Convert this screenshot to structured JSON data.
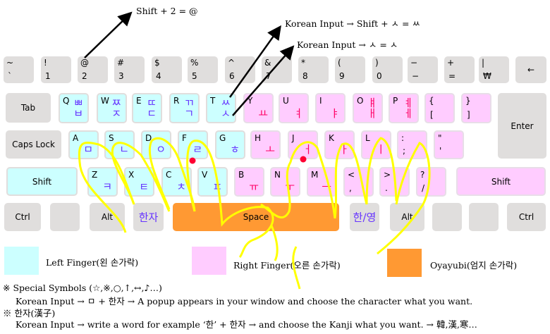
{
  "annotations": {
    "shift_2": "Shift + 2 = @",
    "shift_s": "Korean Input → Shift + ㅅ = ㅆ",
    "s": "Korean Input → ㅅ = ㅅ"
  },
  "keys": [
    {
      "tl": "~",
      "bl": "`"
    },
    {
      "tl": "!",
      "bl": "1"
    },
    {
      "tl": "@",
      "bl": "2"
    },
    {
      "tl": "#",
      "bl": "3"
    },
    {
      "tl": "$",
      "bl": "4"
    },
    {
      "tl": "%",
      "bl": "5"
    },
    {
      "tl": "^",
      "bl": "6"
    },
    {
      "tl": "&",
      "bl": "7"
    },
    {
      "tl": "*",
      "bl": "8"
    },
    {
      "tl": "(",
      "bl": "9"
    },
    {
      "tl": ")",
      "bl": "0"
    },
    {
      "tl": "−",
      "bl": "−"
    },
    {
      "tl": "+",
      "bl": "="
    },
    {
      "tl": "|",
      "bl": "₩"
    },
    {
      "c": "←"
    },
    {
      "c": "Tab"
    },
    {
      "tl": "Q",
      "tr": "ㅃ",
      "br": "ㅂ"
    },
    {
      "tl": "W",
      "tr": "ㅉ",
      "br": "ㅈ"
    },
    {
      "tl": "E",
      "tr": "ㄸ",
      "br": "ㄷ"
    },
    {
      "tl": "R",
      "tr": "ㄲ",
      "br": "ㄱ"
    },
    {
      "tl": "T",
      "tr": "ㅆ",
      "br": "ㅅ"
    },
    {
      "tl": "Y",
      "br": "ㅛ"
    },
    {
      "tl": "U",
      "br": "ㅕ"
    },
    {
      "tl": "I",
      "br": "ㅑ"
    },
    {
      "tl": "O",
      "tr": "ㅒ",
      "br": "ㅐ"
    },
    {
      "tl": "P",
      "tr": "ㅖ",
      "br": "ㅔ"
    },
    {
      "tl": "{",
      "bl": "["
    },
    {
      "tl": "}",
      "bl": "]"
    },
    {
      "c": "Enter"
    },
    {
      "c": "Caps Lock"
    },
    {
      "tl": "A",
      "br": "ㅁ"
    },
    {
      "tl": "S",
      "br": "ㄴ"
    },
    {
      "tl": "D",
      "br": "ㅇ"
    },
    {
      "tl": "F",
      "br": "ㄹ"
    },
    {
      "tl": "G",
      "br": "ㅎ"
    },
    {
      "tl": "H",
      "br": "ㅗ"
    },
    {
      "tl": "J",
      "br": "ㅓ"
    },
    {
      "tl": "K",
      "br": "ㅏ"
    },
    {
      "tl": "L",
      "br": "ㅣ"
    },
    {
      "tl": ":",
      "bl": ";"
    },
    {
      "tl": "\"",
      "bl": "'"
    },
    {
      "c": "Shift"
    },
    {
      "tl": "Z",
      "br": "ㅋ"
    },
    {
      "tl": "X",
      "br": "ㅌ"
    },
    {
      "tl": "C",
      "br": "ㅊ"
    },
    {
      "tl": "V",
      "br": "ㅍ"
    },
    {
      "tl": "B",
      "br": "ㅠ"
    },
    {
      "tl": "N",
      "br": "ㅜ"
    },
    {
      "tl": "M",
      "br": "ㅡ"
    },
    {
      "tl": "<",
      "bl": ","
    },
    {
      "tl": ">",
      "bl": "."
    },
    {
      "tl": "?",
      "bl": "/"
    },
    {
      "c": "Shift"
    },
    {
      "c": "Ctrl"
    },
    {
      "c": ""
    },
    {
      "c": "Alt"
    },
    {
      "h": "한자"
    },
    {
      "c": "Space"
    },
    {
      "h": "한/영"
    },
    {
      "c": "Alt"
    },
    {
      "c": ""
    },
    {
      "c": ""
    },
    {
      "c": "Ctrl"
    }
  ],
  "legend": {
    "left": "Left Finger(왼 손가락)",
    "right": "Right Finger(오른 손가락)",
    "thumb": "Oyayubi(엄지 손가락)"
  },
  "notes": {
    "special_title": "※ Special Symbols (☆,※,○,↑,↔,♪…)",
    "special_desc": "Korean Input → ㅁ + 한자 → A popup appears in your window and choose the character what you want.",
    "hanja_title": "※ 한자(漢子)",
    "hanja_desc": "Korean Input → write a word for example ‘한’ + 한자 → and choose the Kanji what you want. → 韓,漢,寒…"
  },
  "colors": {
    "left": "#ccffff",
    "right": "#ffccff",
    "thumb": "#ff9933",
    "key": "#e0dedd",
    "finger_path": "#ffff00",
    "home_dot": "#ff0033"
  }
}
